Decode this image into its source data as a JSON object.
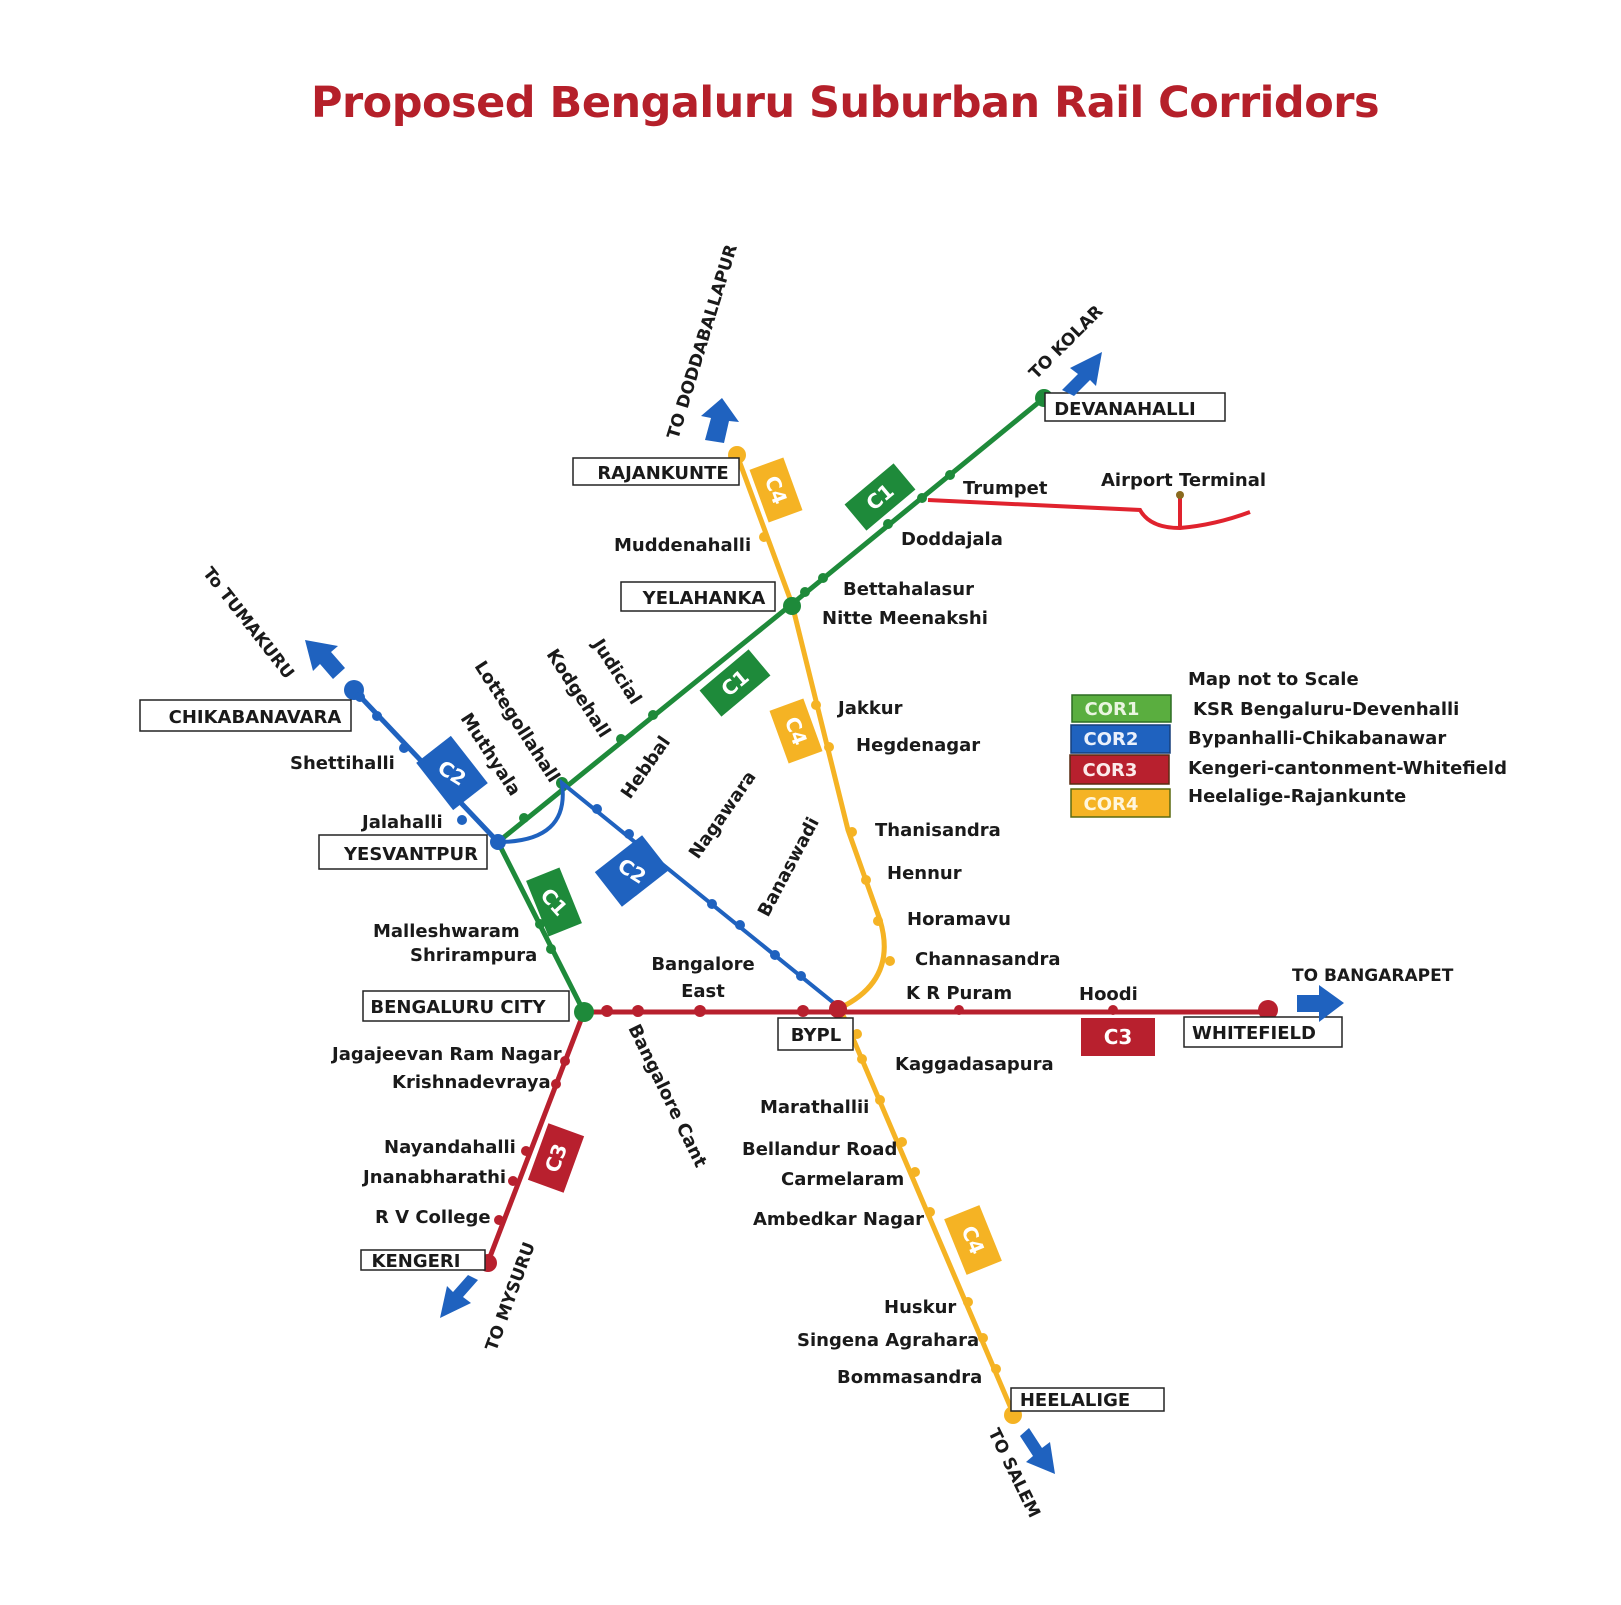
{
  "title": "Proposed Bengaluru Suburban Rail Corridors",
  "colors": {
    "title": "#b5202a",
    "c1": "#1e8a3a",
    "c2": "#1f62bf",
    "c3": "#b8202e",
    "c4": "#f5b324",
    "airport_line": "#e0232e",
    "arrow": "#1f62bf",
    "legend_c1": "#5aae3f"
  },
  "legend": {
    "note": "Map not to Scale",
    "items": [
      {
        "code": "COR1",
        "desc": "KSR Bengaluru-Devenhalli"
      },
      {
        "code": "COR2",
        "desc": "Bypanhalli-Chikabanawar"
      },
      {
        "code": "COR3",
        "desc": "Kengeri-cantonment-Whitefield"
      },
      {
        "code": "COR4",
        "desc": "Heelalige-Rajankunte"
      }
    ]
  },
  "badges": {
    "c1": "C1",
    "c2": "C2",
    "c3": "C3",
    "c4": "C4"
  },
  "terminals": {
    "rajankunte": "RAJANKUNTE",
    "devanahalli": "DEVANAHALLI",
    "yelahanka": "YELAHANKA",
    "chikabanavara": "CHIKABANAVARA",
    "yesvantpur": "YESVANTPUR",
    "bengaluru_city": "BENGALURU CITY",
    "bypl": "BYPL",
    "whitefield": "WHITEFIELD",
    "kengeri": "KENGERI",
    "heelalige": "HEELALIGE"
  },
  "directions": {
    "doddaballapur": "TO DODDABALLAPUR",
    "kolar": "TO KOLAR",
    "tumakuru": "To TUMAKURU",
    "bangarapet": "TO BANGARAPET",
    "mysuru": "TO MYSURU",
    "salem": "TO SALEM"
  },
  "stations": {
    "trumpet": "Trumpet",
    "airport_terminal": "Airport Terminal",
    "doddajala": "Doddajala",
    "muddenahalli": "Muddenahalli",
    "bettahalasur": "Bettahalasur",
    "nitte_meenakshi": "Nitte Meenakshi",
    "jakkur": "Jakkur",
    "hegdenagar": "Hegdenagar",
    "judicial": "Judicial",
    "kodgehall": "Kodgehall",
    "lottegollahall": "Lottegollahall",
    "muthyala": "Muthyala",
    "hebbal": "Hebbal",
    "nagawara": "Nagawara",
    "banaswadi": "Banaswadi",
    "shettihalli": "Shettihalli",
    "jalahalli": "Jalahalli",
    "malleshwaram": "Malleshwaram",
    "shrirampura": "Shrirampura",
    "bangalore_east_1": "Bangalore",
    "bangalore_east_2": "East",
    "thanisandra": "Thanisandra",
    "hennur": "Hennur",
    "horamavu": "Horamavu",
    "channasandra": "Channasandra",
    "kr_puram": "K R Puram",
    "hoodi": "Hoodi",
    "kaggadasapura": "Kaggadasapura",
    "bangalore_cant": "Bangalore Cant",
    "jagajeevan": "Jagajeevan Ram Nagar",
    "krishnadevraya": "Krishnadevraya",
    "nayandahalli": "Nayandahalli",
    "jnanabharathi": "Jnanabharathi",
    "rv_college": "R V College",
    "marathallii": "Marathallii",
    "bellandur": "Bellandur Road",
    "carmelaram": "Carmelaram",
    "ambedkar": "Ambedkar Nagar",
    "huskur": "Huskur",
    "singena": "Singena Agrahara",
    "bommasandra": "Bommasandra"
  }
}
